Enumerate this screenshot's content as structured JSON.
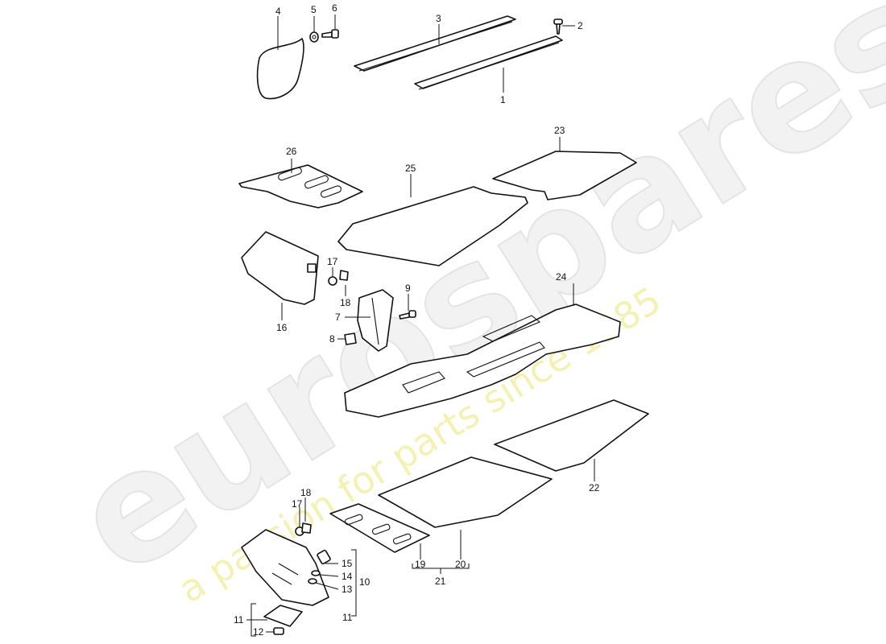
{
  "watermark": {
    "brand": "eurospares",
    "tagline": "a passion for parts since 1985"
  },
  "callouts": {
    "c1": "1",
    "c2": "2",
    "c3": "3",
    "c4": "4",
    "c5": "5",
    "c6": "6",
    "c7": "7",
    "c8": "8",
    "c9": "9",
    "c10": "10",
    "c11a": "11",
    "c11b": "11",
    "c12": "12",
    "c13": "13",
    "c14": "14",
    "c15": "15",
    "c16": "16",
    "c17a": "17",
    "c17b": "17",
    "c18a": "18",
    "c18b": "18",
    "c19": "19",
    "c20": "20",
    "c21": "21",
    "c22": "22",
    "c23": "23",
    "c24": "24",
    "c25": "25",
    "c26": "26"
  }
}
